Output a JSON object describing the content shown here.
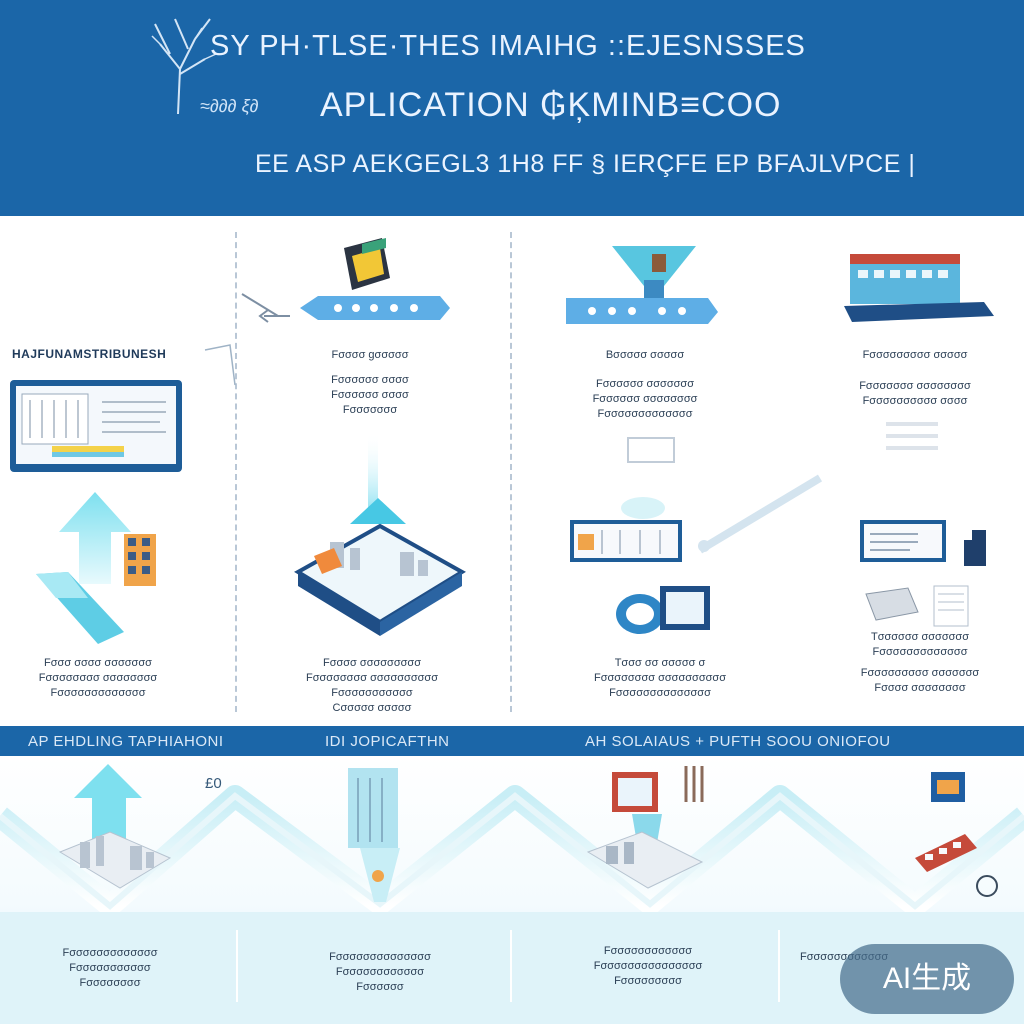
{
  "header": {
    "line1": "SY PH·TLSE·THES IMAIHG ::EJESNSSES",
    "line2": "APLICATION ₲ĶMINB≡COO",
    "line3": "EE ASP AEKGEGL3 1H8 FF § IERÇFE EP BFAJLVPCE |",
    "mini": "≈∂∂∂ ξ∂"
  },
  "columns": {
    "left_title": "HAJFUNAMSTRIBUNESH",
    "col2_top": [
      "Fσσσσ gσσσσσ",
      "Fσσσσσσ σσσσ",
      "Fσσσσσσ σσσσ",
      "Fσσσσσσσ"
    ],
    "col3_top": [
      "Bσσσσσ σσσσσ",
      "Fσσσσσσ σσσσσσσ",
      "Fσσσσσσ σσσσσσσσ",
      "Fσσσσσσσσσσσσσ"
    ],
    "col4_top": [
      "Fσσσσσσσσσ σσσσσ",
      "Fσσσσσσσ σσσσσσσσ",
      "Fσσσσσσσσσσ σσσσ"
    ],
    "col1_bot": [
      "Fσσσ σσσσ σσσσσσσ",
      "Fσσσσσσσσ σσσσσσσσ",
      "Fσσσσσσσσσσσσσ"
    ],
    "col2_bot": [
      "Fσσσσ σσσσσσσσσ",
      "Fσσσσσσσσ σσσσσσσσσσ",
      "Fσσσσσσσσσσσ",
      "Cσσσσσ σσσσσ"
    ],
    "col3_bot": [
      "Tσσσ σσ σσσσσ σ",
      "Fσσσσσσσσ σσσσσσσσσσ",
      "Fσσσσσσσσσσσσσσ"
    ],
    "col4_bot": [
      "Tσσσσσσ σσσσσσσ",
      "Fσσσσσσσσσσσσσ",
      "Fσσσσσσσσσ σσσσσσσ",
      "Fσσσσ σσσσσσσσ"
    ]
  },
  "band": {
    "item1": "AP EHDLING TAPHIAHONI",
    "item2": "IDI JOPICAFTHN",
    "item3": "AH SOLAIAUS + PUFTH SOOU ONIOFOU"
  },
  "stat": "£0",
  "footer": {
    "col1": [
      "Fσσσσσσσσσσσσσ",
      "Fσσσσσσσσσσσ",
      "Fσσσσσσσσ"
    ],
    "col2": [
      "Fσσσσσσσσσσσσσσ",
      "Fσσσσσσσσσσσσ",
      "Fσσσσσσ"
    ],
    "col3": [
      "Fσσσσσσσσσσσσ",
      "Fσσσσσσσσσσσσσσσ",
      "Fσσσσσσσσσ"
    ],
    "col4": [
      "Fσσσσσσσσσσσσ"
    ]
  },
  "badge": "AI生成",
  "colors": {
    "header": "#1b66a8",
    "accent_cyan": "#5fd3e8",
    "band": "#1b66a8",
    "foot": "#dff3f9"
  }
}
